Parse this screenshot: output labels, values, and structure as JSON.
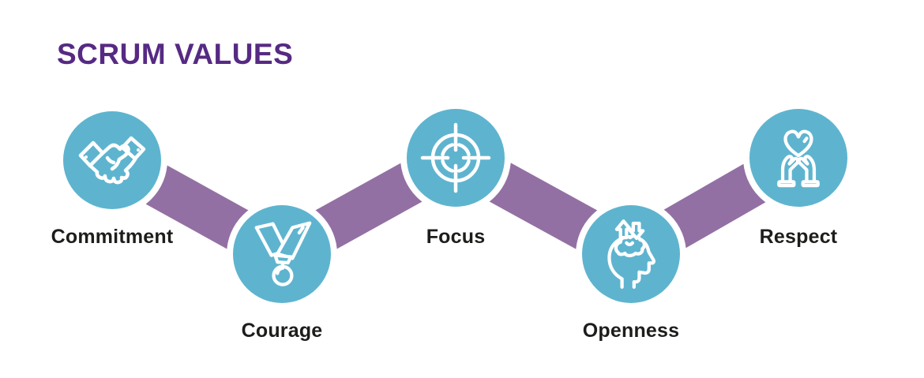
{
  "title": "SCRUM VALUES",
  "colors": {
    "title": "#562a83",
    "circle": "#5eb4cf",
    "band": "#9370a3",
    "label": "#1d1d1b",
    "icon": "#ffffff",
    "background": "#ffffff"
  },
  "values": [
    {
      "label": "Commitment",
      "icon": "handshake"
    },
    {
      "label": "Courage",
      "icon": "medal"
    },
    {
      "label": "Focus",
      "icon": "target"
    },
    {
      "label": "Openness",
      "icon": "open-mind"
    },
    {
      "label": "Respect",
      "icon": "hands-heart"
    }
  ]
}
